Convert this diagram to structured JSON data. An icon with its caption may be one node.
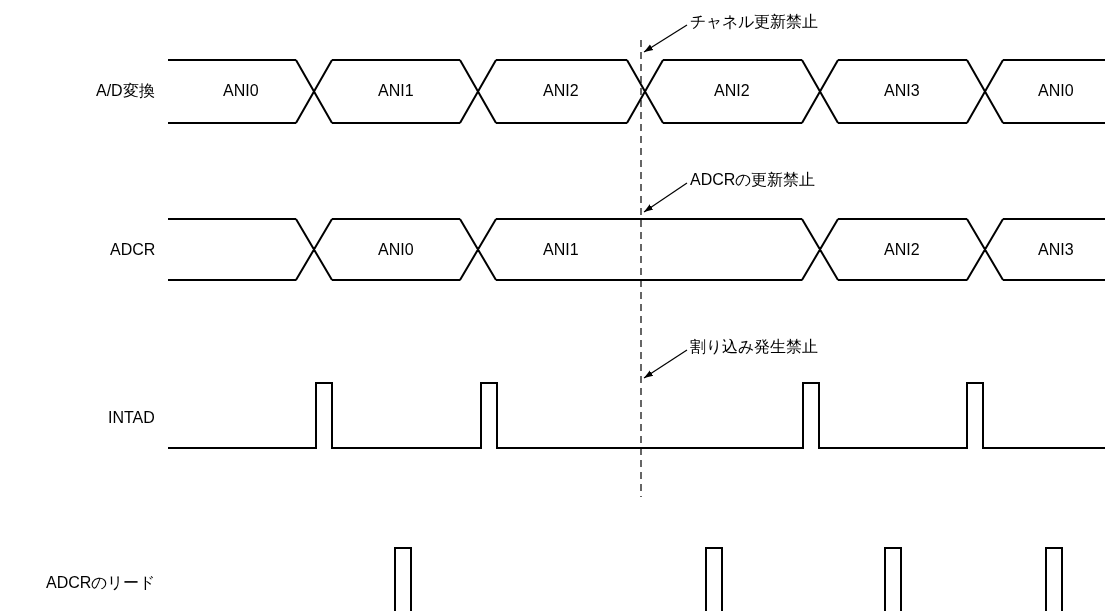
{
  "diagram": {
    "nodes": [
      {
        "text": [
          "チャネル更新禁止"
        ]
      },
      {
        "text": [
          "ADCRの更新禁止"
        ]
      },
      {
        "text": [
          "割り込み発生禁止"
        ]
      },
      {
        "text": [],
        "shape": "line"
      }
    ],
    "edges": [
      {
        "from": 0,
        "to": 3,
        "arrow": "to"
      },
      {
        "from": 1,
        "to": 3,
        "arrow": "to"
      },
      {
        "from": 2,
        "to": 3,
        "arrow": "to"
      }
    ],
    "labels": [
      "A/D変換",
      "ANI0",
      "ANI1",
      "ANI2",
      "ANI2",
      "ANI3",
      "ANI0",
      "ADCR",
      "ANI0",
      "ANI1",
      "ANI2",
      "ANI3",
      "INTAD",
      "ADCRのリード"
    ]
  }
}
